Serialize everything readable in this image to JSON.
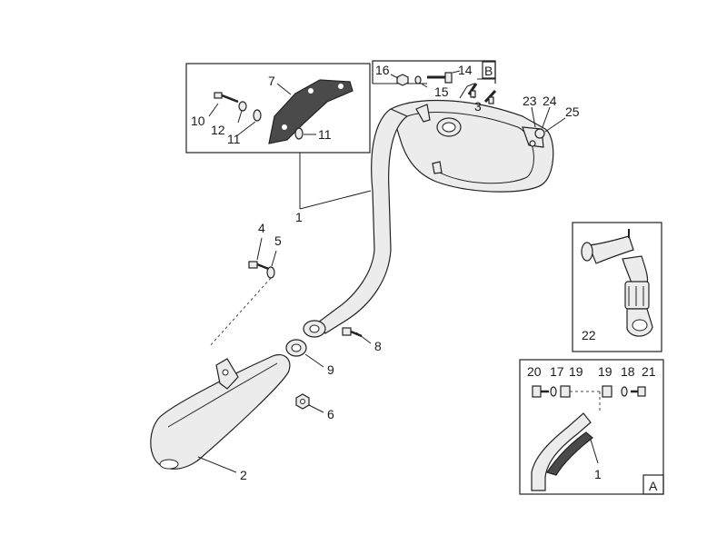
{
  "callouts": {
    "c1_main": "1",
    "c2": "2",
    "c3": "3",
    "c4": "4",
    "c5": "5",
    "c6": "6",
    "c7": "7",
    "c8": "8",
    "c9": "9",
    "c10": "10",
    "c11a": "11",
    "c11b": "11",
    "c12": "12",
    "c14": "14",
    "c15": "15",
    "c16": "16",
    "c17": "17",
    "c18": "18",
    "c19a": "19",
    "c19b": "19",
    "c20": "20",
    "c21": "21",
    "c22": "22",
    "c23": "23",
    "c24": "24",
    "c25": "25",
    "c1_inset": "1"
  },
  "inset_tags": {
    "a": "A",
    "b": "B"
  }
}
